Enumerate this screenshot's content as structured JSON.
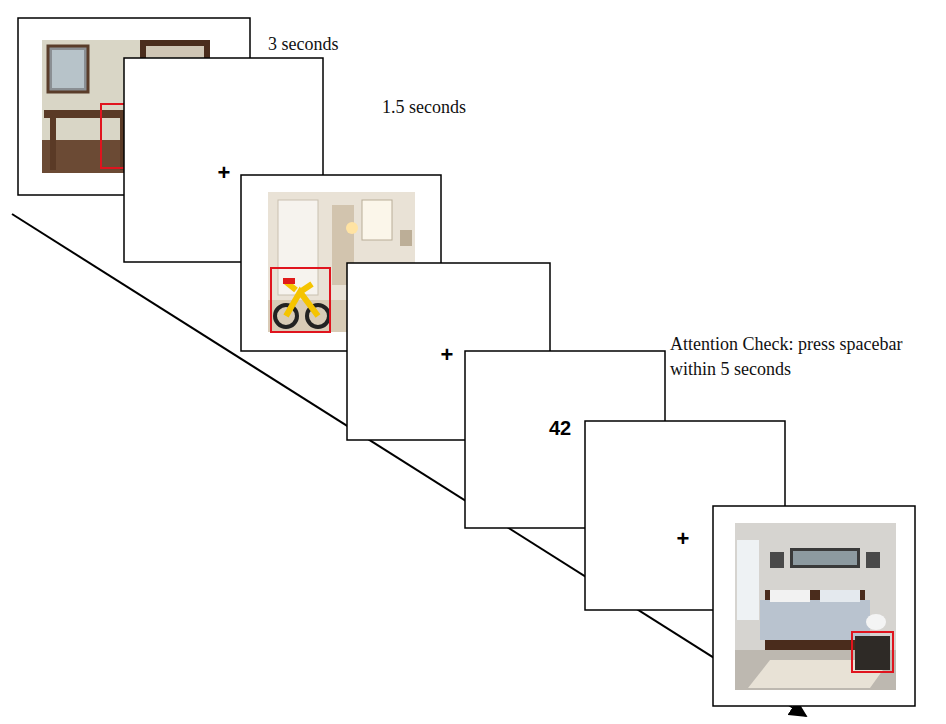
{
  "diagram": {
    "nodes": [
      {
        "text": [
          "+"
        ]
      },
      {
        "text": [
          "+"
        ]
      },
      {
        "text": [
          "42"
        ]
      },
      {
        "text": [
          "+"
        ]
      }
    ],
    "edges": [],
    "labels": [
      "3 seconds",
      "1.5 seconds",
      "Attention Check: press spacebar within 5 seconds"
    ]
  }
}
